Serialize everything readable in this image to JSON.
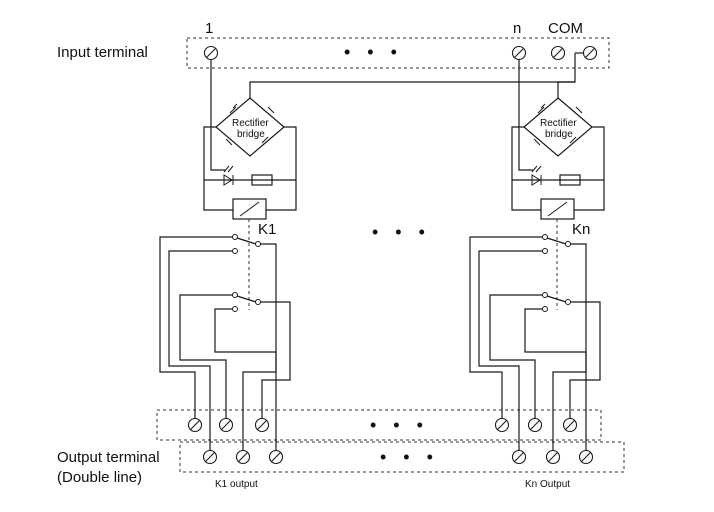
{
  "labels": {
    "input_terminal": "Input terminal",
    "output_terminal": "Output terminal",
    "output_double": "(Double line)",
    "input_1": "1",
    "input_n": "n",
    "input_com": "COM",
    "relay_k1": "K1",
    "relay_kn": "Kn",
    "bridge_line1": "Rectifier",
    "bridge_line2": "bridge",
    "k1_output": "K1 output",
    "kn_output": "Kn Output",
    "ellipsis": "• • •"
  }
}
